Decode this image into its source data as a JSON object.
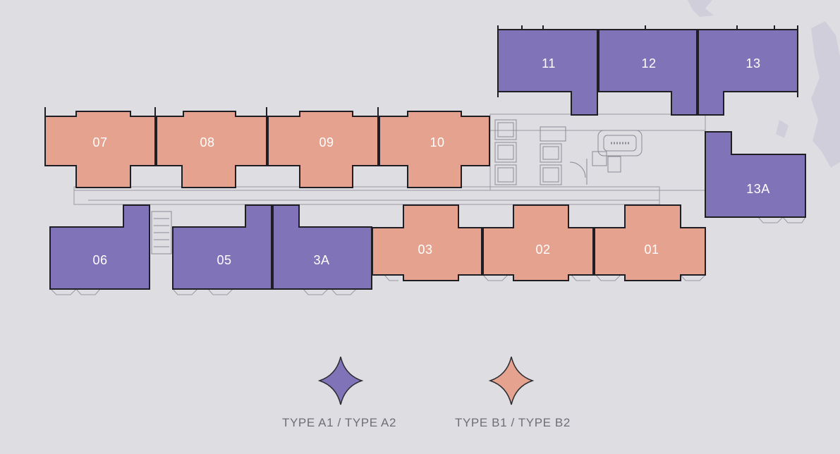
{
  "colors": {
    "background": "#dedde2",
    "type_a": "#8173b7",
    "type_b": "#e4a28f",
    "outline": "#1e1e24",
    "linework": "#9a99a2"
  },
  "units": {
    "u07": "07",
    "u08": "08",
    "u09": "09",
    "u10": "10",
    "u11": "11",
    "u12": "12",
    "u13": "13",
    "u13a": "13A",
    "u06": "06",
    "u05": "05",
    "u3a": "3A",
    "u03": "03",
    "u02": "02",
    "u01": "01"
  },
  "legend": {
    "type_a": "TYPE A1 / TYPE A2",
    "type_b": "TYPE B1 / TYPE B2"
  }
}
